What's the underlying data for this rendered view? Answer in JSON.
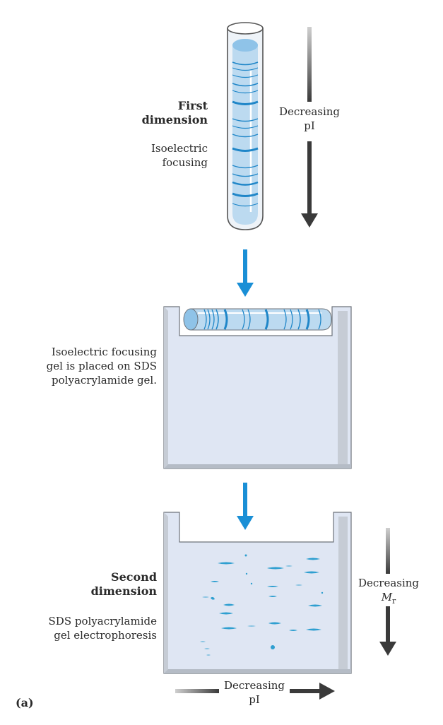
{
  "first_dimension": {
    "title_line1": "First",
    "title_line2": "dimension",
    "method_line1": "Isoelectric",
    "method_line2": "focusing",
    "arrow_label_line1": "Decreasing",
    "arrow_label_line2": "pI"
  },
  "transfer": {
    "caption_line1": "Isoelectric focusing",
    "caption_line2": "gel is placed on SDS",
    "caption_line3": "polyacrylamide gel."
  },
  "second_dimension": {
    "title_line1": "Second",
    "title_line2": "dimension",
    "method_line1": "SDS polyacrylamide",
    "method_line2": "gel electrophoresis",
    "arrow_label_line1": "Decreasing",
    "arrow_label_line2_main": "M",
    "arrow_label_line2_sub": "r",
    "bottom_label_line1": "Decreasing",
    "bottom_label_line2": "pI"
  },
  "panel_label": "(a)",
  "colors": {
    "gel_fill": "#dfe6f3",
    "gel_edge": "#9aa0a8",
    "tube_fill": "#bcdaf0",
    "band": "#1f86c8",
    "process_arrow": "#1a8fd6",
    "spot": "#2f9fd0",
    "dark_arrow": "#333333"
  }
}
